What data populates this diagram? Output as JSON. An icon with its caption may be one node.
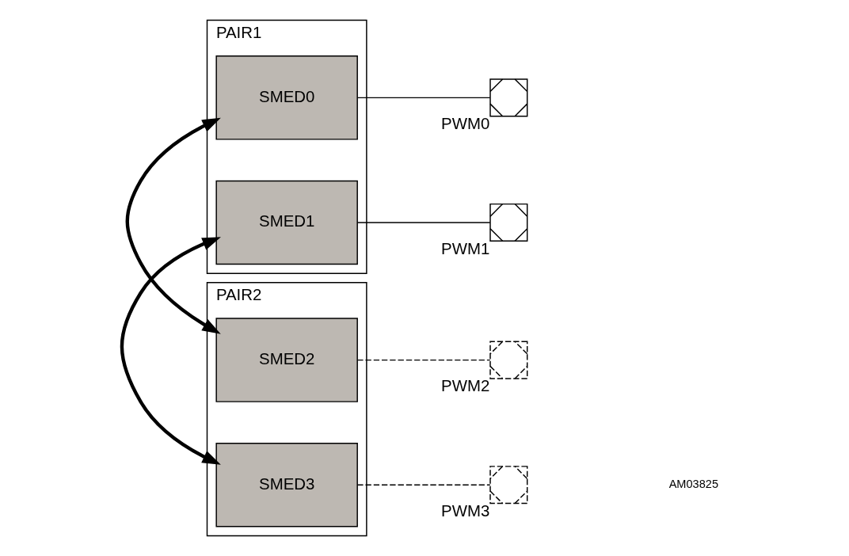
{
  "diagram": {
    "nodes": [
      {
        "text": [
          "PAIR1"
        ]
      },
      {
        "text": [
          "SMED0"
        ],
        "in": 0
      },
      {
        "text": [
          "SMED1"
        ],
        "in": 0
      },
      {
        "text": [
          "PAIR2"
        ]
      },
      {
        "text": [
          "SMED2"
        ],
        "in": 3
      },
      {
        "text": [
          "SMED3"
        ],
        "in": 3
      },
      {
        "text": [],
        "shape": "box",
        "beside": [
          "PWM0"
        ]
      },
      {
        "text": [],
        "shape": "box",
        "beside": [
          "PWM1"
        ]
      },
      {
        "text": [],
        "shape": "box",
        "beside": [
          "PWM2"
        ]
      },
      {
        "text": [],
        "shape": "box",
        "beside": [
          "PWM3"
        ]
      }
    ],
    "edges": [
      {
        "from": 1,
        "to": 4,
        "arrow": "both",
        "style": "thick"
      },
      {
        "from": 2,
        "to": 5,
        "arrow": "both",
        "style": "thick"
      },
      {
        "from": 1,
        "to": 6,
        "arrow": "none"
      },
      {
        "from": 2,
        "to": 7,
        "arrow": "none"
      },
      {
        "from": 4,
        "to": 8,
        "arrow": "none",
        "style": "dashed"
      },
      {
        "from": 5,
        "to": 9,
        "arrow": "none",
        "style": "dashed"
      }
    ],
    "labels": [
      "AM03825"
    ]
  }
}
